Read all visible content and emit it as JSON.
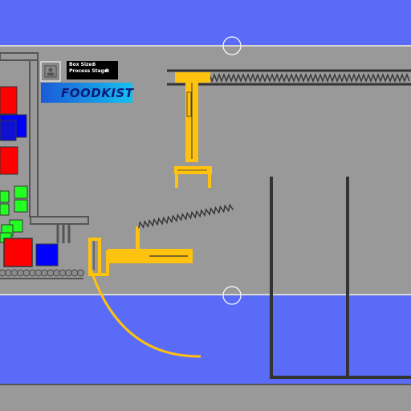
{
  "hud": {
    "box_size_label": "Box Size:",
    "box_size_value": "6",
    "process_stage_label": "Process Stage:",
    "process_stage_value": "0"
  },
  "logo": {
    "text": "FOODKIST"
  },
  "icons": {
    "settings": "person-badge-icon",
    "top_marker": "circle-marker-icon",
    "mid_marker": "circle-marker-icon"
  },
  "colors": {
    "sky": "#5a6cf7",
    "floor": "#999999",
    "machine_yellow": "#ffc20e",
    "box_red": "#ff0000",
    "box_blue": "#0000ff",
    "box_green": "#22ff22",
    "frame_dark": "#333333"
  }
}
